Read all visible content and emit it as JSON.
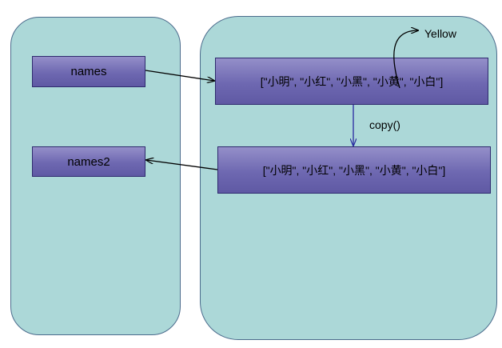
{
  "labels": {
    "names": "names",
    "names2": "names2",
    "list_original": "[\"小明\", \"小红\", \"小黑\", \"小黄\", \"小白\"]",
    "list_copy": "[\"小明\", \"小红\", \"小黑\", \"小黄\", \"小白\"]",
    "copy_call": "copy()",
    "yellow": "Yellow"
  },
  "colors": {
    "panel_fill": "#acd8d8",
    "box_fill": "#6e68b1",
    "copy_arrow": "#2a2aa0",
    "reference_arrow": "#000000"
  }
}
